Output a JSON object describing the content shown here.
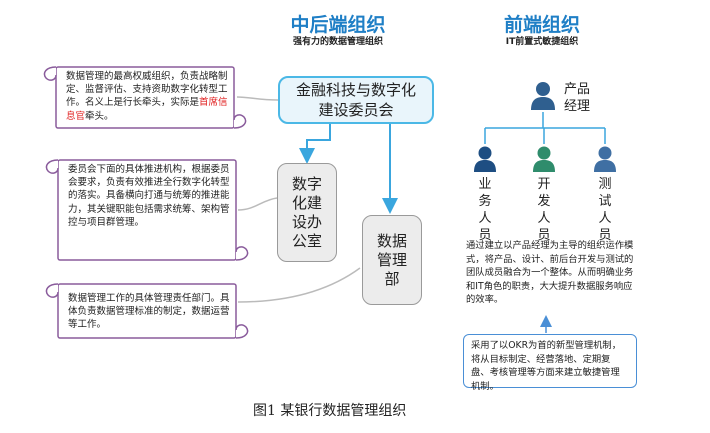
{
  "middle": {
    "title": "中后端组织",
    "subtitle": "强有力的数据管理组织",
    "committee": "金融科技与数字化建设委员会",
    "office": "数字化建设办公室",
    "data_dept": "数据管理部"
  },
  "right": {
    "title": "前端组织",
    "subtitle": "IT前置式敏捷组织",
    "manager": "产品经理",
    "roles": [
      "业务人员",
      "开发人员",
      "测试人员"
    ],
    "description": "通过建立以产品经理为主导的组织运作模式，将产品、设计、前后台开发与测试的团队成员融合为一个整体。从而明确业务和IT角色的职责，大大提升数据服务响应的效率。",
    "okr": "采用了以OKR为首的新型管理机制，将从目标制定、经营落地、定期复盘、考核管理等方面来建立敏捷管理机制。"
  },
  "left": {
    "note1_pre": "数据管理的最高权威组织，负责战略制定、监督评估、支持资助数字化转型工作。名义上是行长牵头，实际是",
    "note1_red": "首席信息官",
    "note1_post": "牵头。",
    "note2": "委员会下面的具体推进机构，根据委员会要求，负责有效推进全行数字化转型的落实。具备横向打通与统筹的推进能力，其关键职能包括需求统筹、架构管控与项目群管理。",
    "note3": "数据管理工作的具体管理责任部门。具体负责数据管理标准的制定，数据运营等工作。"
  },
  "caption": "图1  某银行数据管理组织",
  "colors": {
    "accent": "#1f7fc6",
    "connector": "#3aa6de",
    "scroll": "#8a5c9c"
  }
}
